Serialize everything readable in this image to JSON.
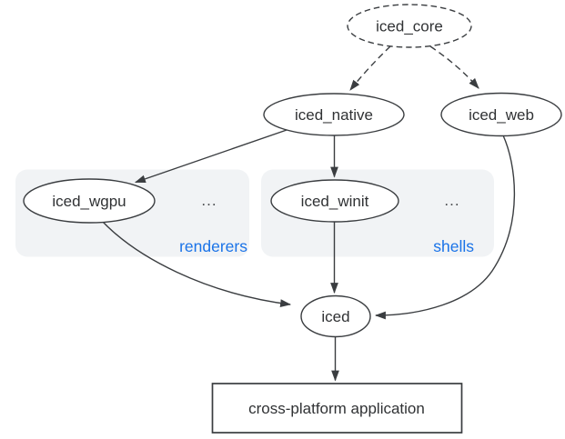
{
  "diagram": {
    "background": "#ffffff",
    "colors": {
      "stroke": "#3a3d40",
      "node_fill": "#ffffff",
      "node_text": "#303234",
      "group_fill": "#f1f3f5",
      "group_label_text": "#1a73e8"
    },
    "nodes": {
      "core": {
        "label": "iced_core",
        "shape": "ellipse",
        "border": "dashed"
      },
      "native": {
        "label": "iced_native",
        "shape": "ellipse",
        "border": "solid"
      },
      "web": {
        "label": "iced_web",
        "shape": "ellipse",
        "border": "solid"
      },
      "wgpu": {
        "label": "iced_wgpu",
        "shape": "ellipse",
        "border": "solid"
      },
      "winit": {
        "label": "iced_winit",
        "shape": "ellipse",
        "border": "solid"
      },
      "iced": {
        "label": "iced",
        "shape": "ellipse",
        "border": "solid"
      },
      "app": {
        "label": "cross-platform application",
        "shape": "rectangle",
        "border": "solid"
      }
    },
    "groups": {
      "renderers": {
        "label": "renderers",
        "ellipsis": "...",
        "contains": [
          "iced_wgpu"
        ]
      },
      "shells": {
        "label": "shells",
        "ellipsis": "...",
        "contains": [
          "iced_winit"
        ]
      }
    },
    "edges": [
      {
        "from": "iced_core",
        "to": "iced_native",
        "style": "dashed"
      },
      {
        "from": "iced_core",
        "to": "iced_web",
        "style": "dashed"
      },
      {
        "from": "iced_native",
        "to": "iced_wgpu",
        "style": "solid"
      },
      {
        "from": "iced_native",
        "to": "iced_winit",
        "style": "solid"
      },
      {
        "from": "iced_wgpu",
        "to": "iced",
        "style": "solid"
      },
      {
        "from": "iced_winit",
        "to": "iced",
        "style": "solid"
      },
      {
        "from": "iced_web",
        "to": "iced",
        "style": "solid"
      },
      {
        "from": "iced",
        "to": "cross-platform application",
        "style": "solid"
      }
    ]
  }
}
